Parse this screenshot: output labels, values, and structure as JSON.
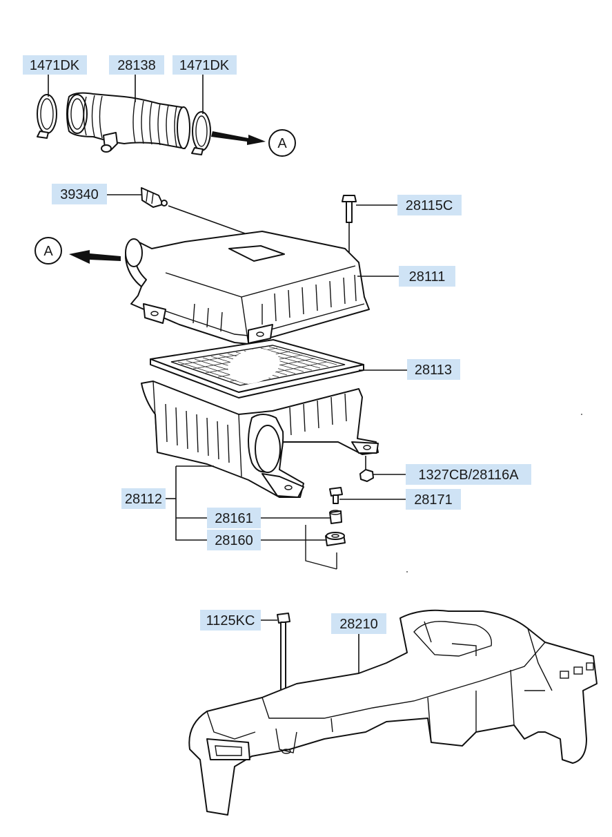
{
  "labels": {
    "l1471dk_a": "1471DK",
    "l28138": "28138",
    "l1471dk_b": "1471DK",
    "l39340": "39340",
    "l28115c": "28115C",
    "l28111": "28111",
    "l28113": "28113",
    "l1327cb": "1327CB/28116A",
    "l28112": "28112",
    "l28171": "28171",
    "l28161": "28161",
    "l28160": "28160",
    "l1125kc": "1125KC",
    "l28210": "28210"
  },
  "refs": {
    "ref_a_top": "A",
    "ref_a_left": "A"
  }
}
